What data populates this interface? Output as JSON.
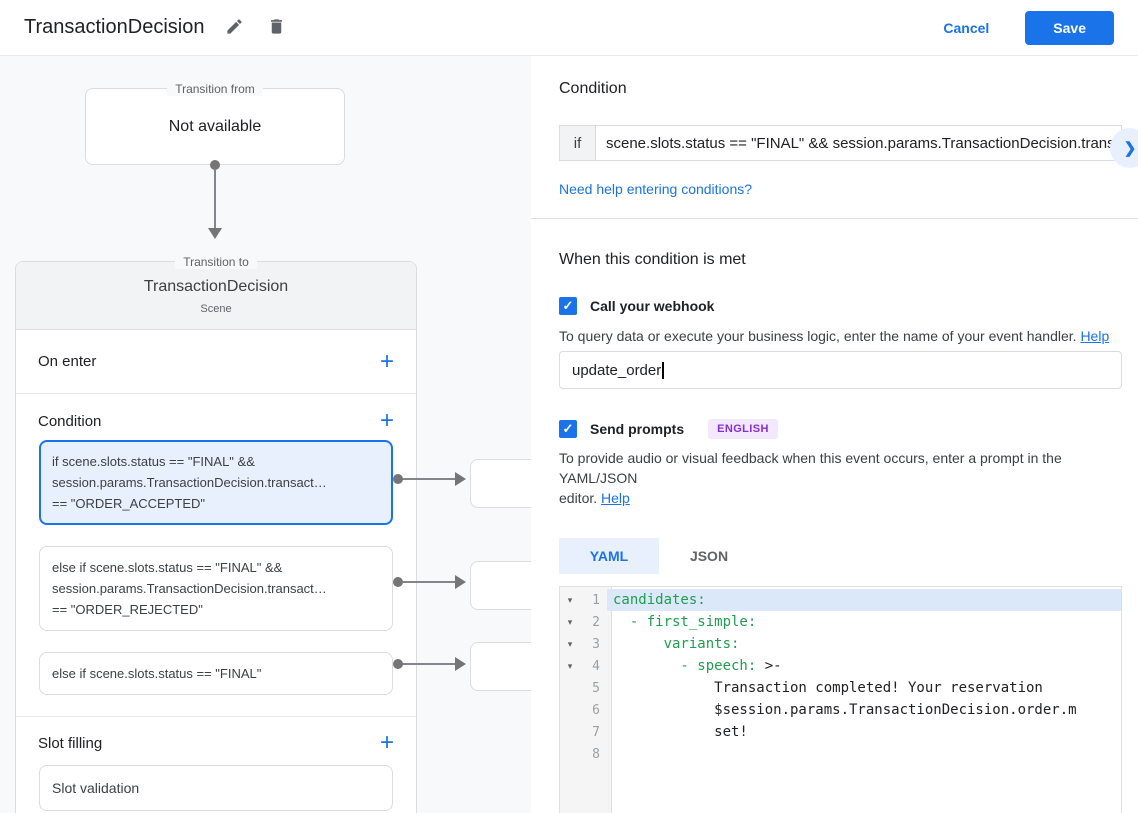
{
  "icons": {
    "plus": "+",
    "chevron_right": "❯",
    "fold": "▾",
    "check": "✓"
  },
  "app_bar": {
    "title": "TransactionDecision",
    "cancel_label": "Cancel",
    "save_label": "Save"
  },
  "diagram": {
    "transition_from": {
      "label": "Transition from",
      "content": "Not available"
    },
    "transition_to": {
      "label": "Transition to",
      "scene_name": "TransactionDecision",
      "scene_type": "Scene",
      "on_enter_label": "On enter",
      "condition_label": "Condition",
      "slot_filling_label": "Slot filling",
      "slot_validation_label": "Slot validation",
      "conditions": [
        {
          "selected": true,
          "lines": [
            "if scene.slots.status == \"FINAL\" &&",
            "session.params.TransactionDecision.transact…",
            "== \"ORDER_ACCEPTED\""
          ]
        },
        {
          "selected": false,
          "lines": [
            "else if scene.slots.status == \"FINAL\" &&",
            "session.params.TransactionDecision.transact…",
            "== \"ORDER_REJECTED\""
          ]
        },
        {
          "selected": false,
          "lines": [
            "else if scene.slots.status == \"FINAL\""
          ]
        }
      ]
    }
  },
  "panel": {
    "title": "Condition",
    "if_label": "if",
    "condition_value": "scene.slots.status == \"FINAL\" && session.params.TransactionDecision.trans",
    "help_link": "Need help entering conditions?",
    "when_met_title": "When this condition is met",
    "webhook": {
      "label": "Call your webhook",
      "helper": "To query data or execute your business logic, enter the name of your event handler. ",
      "helper_link": "Help",
      "value": "update_order"
    },
    "prompts": {
      "label": "Send prompts",
      "badge": "ENGLISH",
      "helper_line1": "To provide audio or visual feedback when this event occurs, enter a prompt in the YAML/JSON",
      "helper_line2": "editor. ",
      "helper_link": "Help"
    },
    "tabs": [
      {
        "label": "YAML",
        "active": true
      },
      {
        "label": "JSON",
        "active": false
      }
    ],
    "editor": {
      "lines": [
        {
          "n": "1",
          "fold": true,
          "active": true,
          "segments": [
            [
              "candidates:",
              "key"
            ]
          ]
        },
        {
          "n": "2",
          "fold": true,
          "segments": [
            [
              "  - first_simple:",
              "key"
            ]
          ]
        },
        {
          "n": "3",
          "fold": true,
          "segments": [
            [
              "      variants:",
              "key"
            ]
          ]
        },
        {
          "n": "4",
          "fold": true,
          "segments": [
            [
              "        - speech:",
              "key"
            ],
            [
              " >-",
              "plain"
            ]
          ]
        },
        {
          "n": "5",
          "segments": [
            [
              "            Transaction completed! Your reservation",
              "plain"
            ]
          ]
        },
        {
          "n": "6",
          "segments": [
            [
              "            $session.params.TransactionDecision.order.m",
              "plain"
            ]
          ]
        },
        {
          "n": "7",
          "segments": [
            [
              "            set!",
              "plain"
            ]
          ]
        },
        {
          "n": "8",
          "segments": []
        }
      ]
    }
  },
  "colors": {
    "accent": "#1a73e8",
    "selected_card_bg": "#e8f0fe",
    "badge_bg": "#f3e8fd",
    "badge_text": "#8430ce",
    "code_key": "#1e9e4e",
    "active_line_bg": "#dbe8f9"
  }
}
